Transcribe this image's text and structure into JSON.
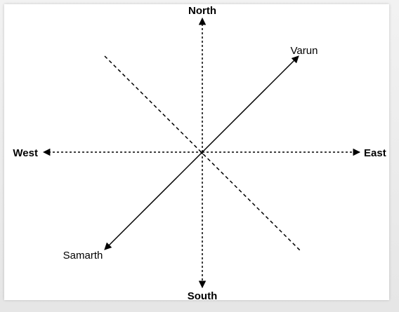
{
  "directions": {
    "north": "North",
    "south": "South",
    "east": "East",
    "west": "West"
  },
  "people": {
    "northeast": "Varun",
    "southwest": "Samarth"
  },
  "colors": {
    "line": "#000000",
    "background": "#ffffff"
  }
}
